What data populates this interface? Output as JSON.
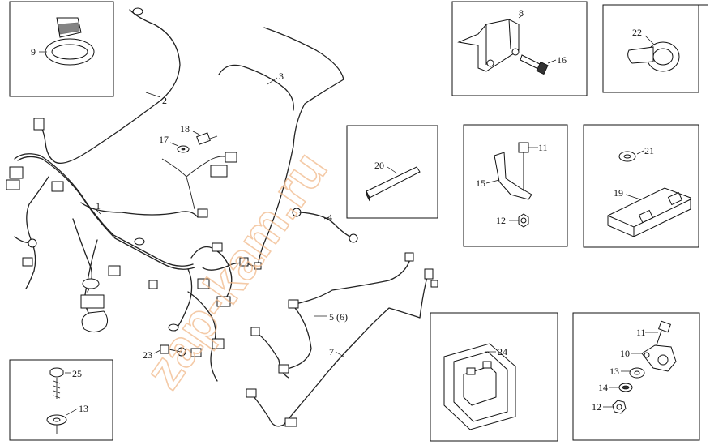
{
  "diagram": {
    "callouts": {
      "p1": "1",
      "p2": "2",
      "p3": "3",
      "p4": "4",
      "p5": "5 (6)",
      "p7": "7",
      "p8": "8",
      "p9": "9",
      "p10": "10",
      "p11a": "11",
      "p11b": "11",
      "p12a": "12",
      "p12b": "12",
      "p13a": "13",
      "p13b": "13",
      "p14": "14",
      "p15": "15",
      "p16": "16",
      "p17": "17",
      "p18": "18",
      "p19": "19",
      "p20": "20",
      "p21": "21",
      "p22": "22",
      "p23": "23",
      "p24": "24",
      "p25": "25"
    },
    "watermark": "zap-kam.ru"
  }
}
